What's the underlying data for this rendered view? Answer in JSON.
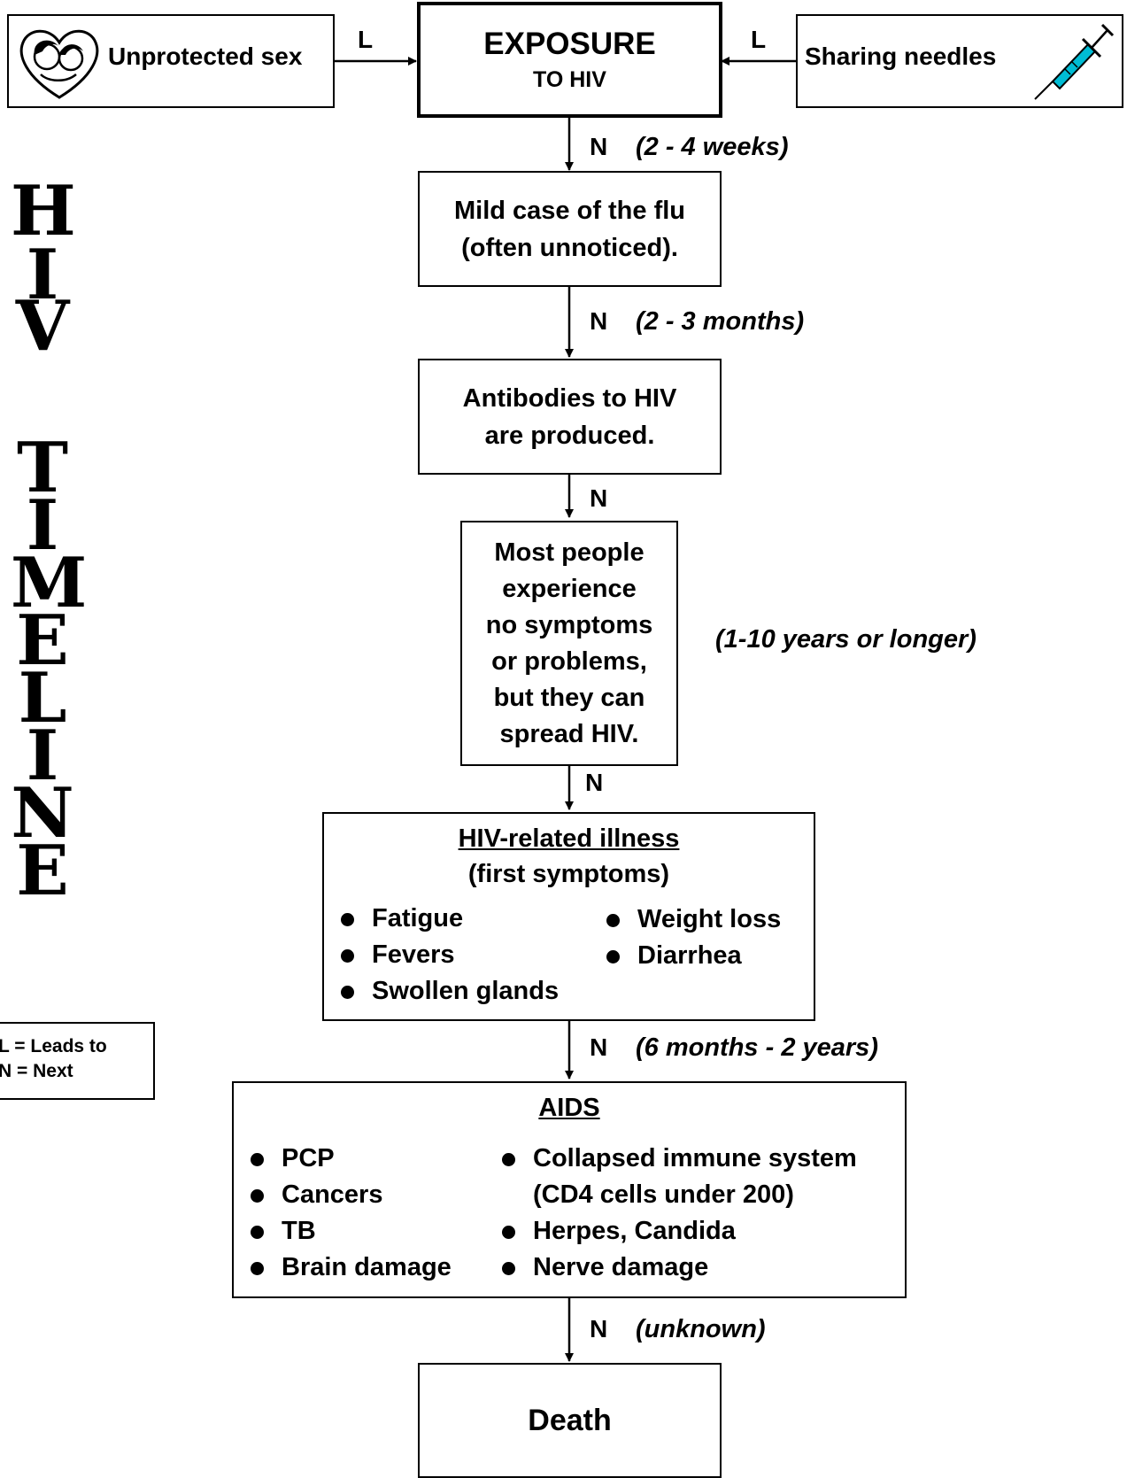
{
  "side_title": {
    "word1": [
      "H",
      "I",
      "V"
    ],
    "word2": [
      "T",
      "I",
      "M",
      "E",
      "L",
      "I",
      "N",
      "E"
    ]
  },
  "sources": {
    "left": {
      "label": "Unprotected sex",
      "icon": "couple-icon"
    },
    "right": {
      "label": "Sharing needles",
      "icon": "syringe-icon"
    }
  },
  "exposure": {
    "title": "EXPOSURE",
    "subtitle": "TO HIV"
  },
  "arrow_labels": {
    "leads": "L",
    "next": "N"
  },
  "durations": {
    "d1": "(2 - 4 weeks)",
    "d2": "(2 - 3 months)",
    "d3": "(1-10 years or longer)",
    "d4": "(6 months - 2 years)",
    "d5": "(unknown)"
  },
  "stages": {
    "flu": {
      "line1": "Mild case of the flu",
      "line2": "(often unnoticed)."
    },
    "antibodies": {
      "line1": "Antibodies to HIV",
      "line2": "are produced."
    },
    "latent": [
      "Most people",
      "experience",
      "no symptoms",
      "or problems,",
      "but they can",
      "spread HIV."
    ],
    "illness": {
      "title": "HIV-related illness",
      "subtitle": "(first symptoms)",
      "col1": [
        "Fatigue",
        "Fevers",
        "Swollen glands"
      ],
      "col2": [
        "Weight loss",
        "Diarrhea"
      ]
    },
    "aids": {
      "title": "AIDS",
      "col1": [
        "PCP",
        "Cancers",
        "TB",
        "Brain damage"
      ],
      "col2a": "Collapsed immune system",
      "col2a_cont": "(CD4 cells under 200)",
      "col2b": [
        "Herpes, Candida",
        "Nerve damage"
      ]
    },
    "death": "Death"
  },
  "legend": {
    "line1": "L = Leads to",
    "line2": "N = Next"
  },
  "colors": {
    "syringe": "#00bcd4",
    "line": "#000000"
  }
}
